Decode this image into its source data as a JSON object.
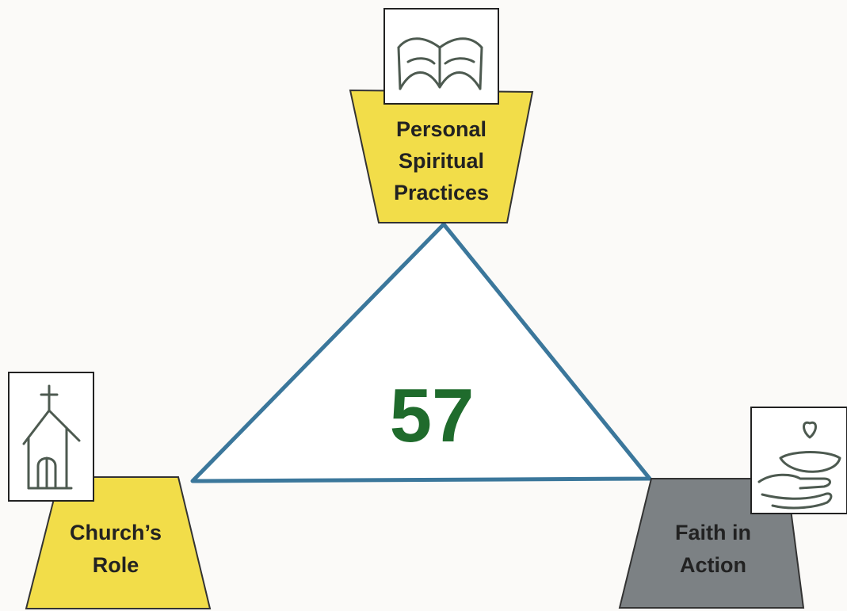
{
  "diagram": {
    "center_value": "57",
    "nodes": [
      {
        "id": "top",
        "line1": "Personal",
        "line2": "Spiritual",
        "line3": "Practices",
        "color": "#f2dd49",
        "icon": "open-bible-icon"
      },
      {
        "id": "left",
        "line1": "Church’s",
        "line2": "Role",
        "color": "#f2dd49",
        "icon": "church-icon"
      },
      {
        "id": "right",
        "line1": "Faith in",
        "line2": "Action",
        "color": "#7c8184",
        "icon": "giving-hands-heart-icon"
      }
    ],
    "triangle_color": "#3b779b"
  }
}
